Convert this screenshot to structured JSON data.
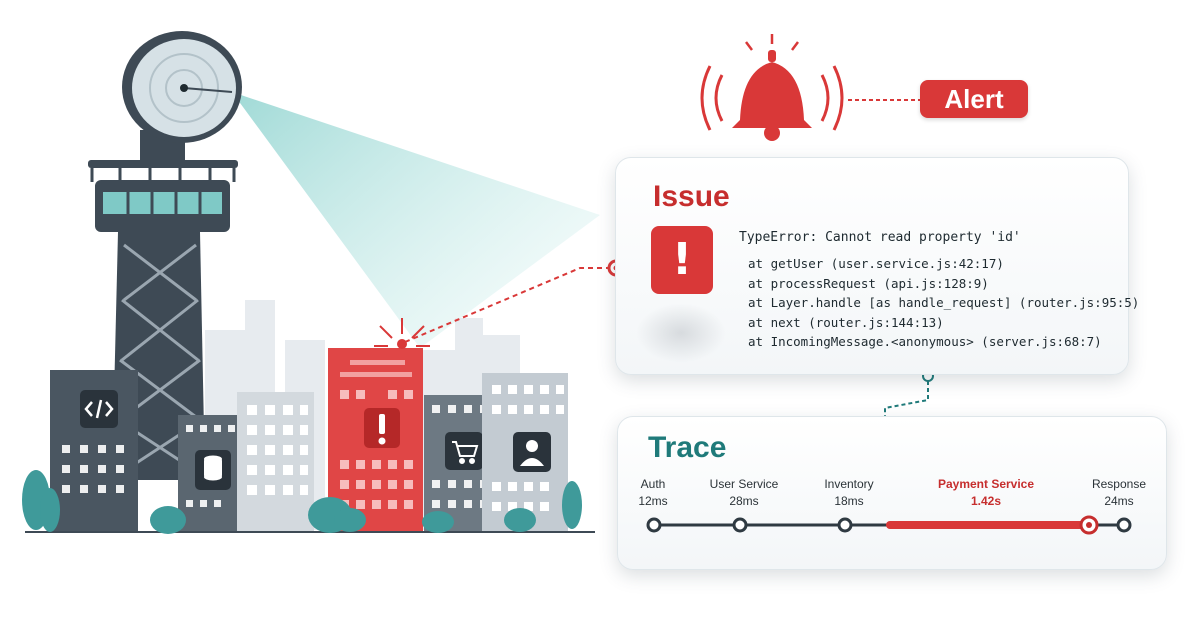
{
  "alert": {
    "label": "Alert"
  },
  "issue": {
    "title": "Issue",
    "error_message": "TypeError: Cannot read property 'id'",
    "stack_frames": [
      "at getUser (user.service.js:42:17)",
      "at processRequest (api.js:128:9)",
      "at Layer.handle [as handle_request] (router.js:95:5)",
      "at next (router.js:144:13)",
      "at IncomingMessage.<anonymous> (server.js:68:7)"
    ]
  },
  "trace": {
    "title": "Trace",
    "steps": [
      {
        "name": "Auth",
        "duration": "12ms",
        "status": "ok"
      },
      {
        "name": "User Service",
        "duration": "28ms",
        "status": "ok"
      },
      {
        "name": "Inventory",
        "duration": "18ms",
        "status": "ok"
      },
      {
        "name": "Payment Service",
        "duration": "1.42s",
        "status": "error"
      },
      {
        "name": "Response",
        "duration": "24ms",
        "status": "ok"
      }
    ]
  },
  "icons": {
    "radar": "satellite-dish-icon",
    "bell": "alert-bell-icon",
    "code": "code-icon",
    "database": "database-icon",
    "error": "exclamation-icon",
    "cart": "shopping-cart-icon",
    "user": "user-icon"
  },
  "colors": {
    "alert_red": "#d93838",
    "issue_red": "#c62e2e",
    "trace_teal": "#1f7a7a",
    "tower_dark": "#3e4a55",
    "beam_teal": "#9fd9d6",
    "tree_teal": "#3f9a9a"
  }
}
